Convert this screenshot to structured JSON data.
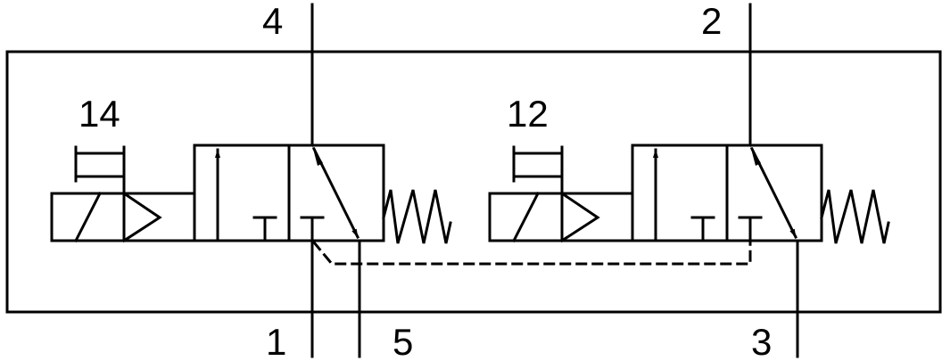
{
  "diagram": {
    "type": "pneumatic 5/2 double solenoid valve schematic",
    "port_labels": {
      "port_4": "4",
      "port_2": "2",
      "port_1": "1",
      "port_5": "5",
      "port_3": "3"
    },
    "pilot_labels": {
      "pilot_14": "14",
      "pilot_12": "12"
    },
    "colors": {
      "line": "#000000",
      "background": "#ffffff"
    }
  }
}
